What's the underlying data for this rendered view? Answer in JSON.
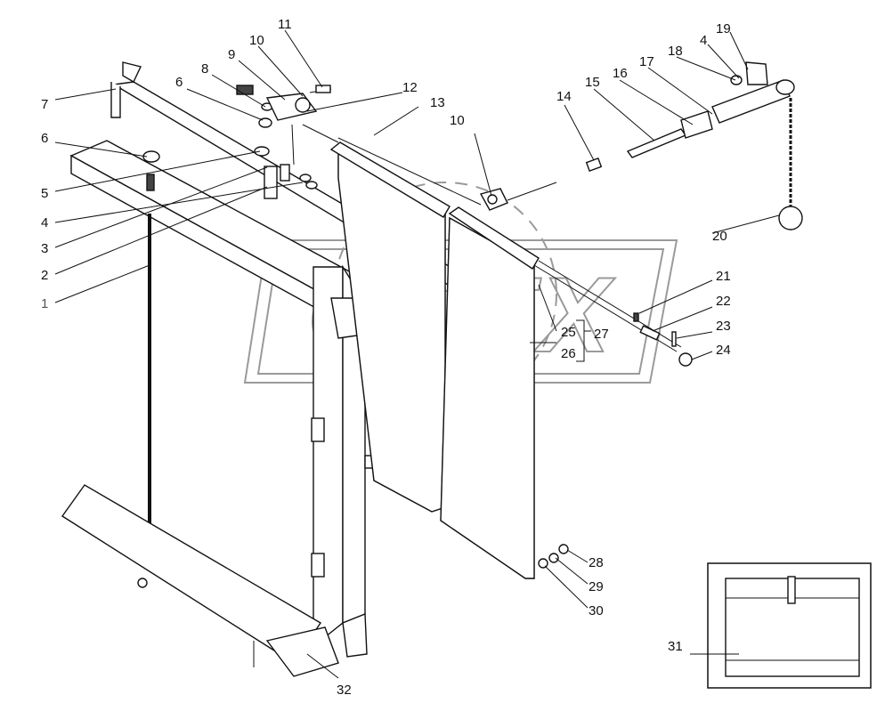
{
  "watermark": "ОПЕХ",
  "labels": {
    "l1": "1",
    "l2": "2",
    "l3": "3",
    "l4a": "4",
    "l4b": "4",
    "l5": "5",
    "l6a": "6",
    "l6b": "6",
    "l7": "7",
    "l8": "8",
    "l9": "9",
    "l10a": "10",
    "l10b": "10",
    "l11": "11",
    "l12": "12",
    "l13": "13",
    "l14": "14",
    "l15": "15",
    "l16": "16",
    "l17": "17",
    "l18": "18",
    "l19": "19",
    "l20": "20",
    "l21": "21",
    "l22": "22",
    "l23": "23",
    "l24": "24",
    "l25": "25",
    "l26": "26",
    "l27": "27",
    "l28": "28",
    "l29": "29",
    "l30": "30",
    "l31": "31",
    "l32": "32"
  }
}
